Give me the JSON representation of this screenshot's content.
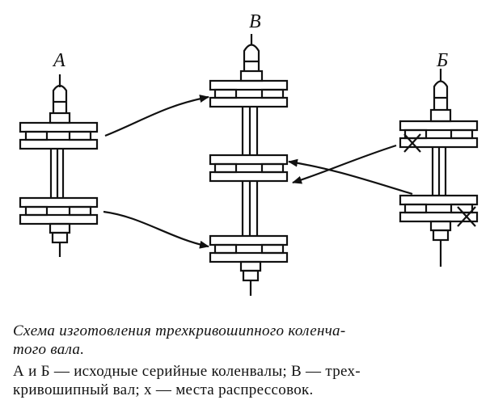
{
  "labels": {
    "a": "A",
    "v": "В",
    "b": "Б"
  },
  "caption": {
    "title_line1": "Схема изготовления трехкривошипного коленча-",
    "title_line2": "того вала.",
    "text_line1": "А и Б — исходные серийные коленвалы; В — трех-",
    "text_line2": "кривошипный вал; х — места распрессовок."
  },
  "colors": {
    "ink": "#111111",
    "paper": "#ffffff"
  }
}
